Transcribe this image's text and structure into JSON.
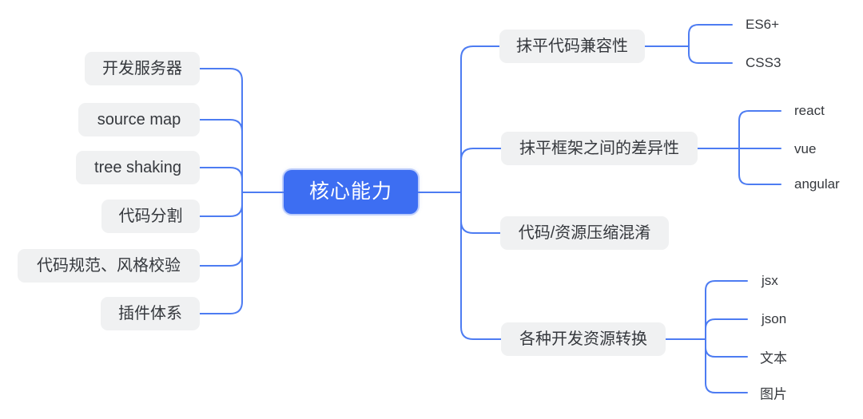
{
  "diagram": {
    "root": {
      "label": "核心能力"
    },
    "left_branches": [
      {
        "label": "开发服务器"
      },
      {
        "label": "source map"
      },
      {
        "label": "tree shaking"
      },
      {
        "label": "代码分割"
      },
      {
        "label": "代码规范、风格校验"
      },
      {
        "label": "插件体系"
      }
    ],
    "right_branches": [
      {
        "label": "抹平代码兼容性",
        "children": [
          {
            "label": "ES6+"
          },
          {
            "label": "CSS3"
          }
        ]
      },
      {
        "label": "抹平框架之间的差异性",
        "children": [
          {
            "label": "react"
          },
          {
            "label": "vue"
          },
          {
            "label": "angular"
          }
        ]
      },
      {
        "label": "代码/资源压缩混淆",
        "children": []
      },
      {
        "label": "各种开发资源转换",
        "children": [
          {
            "label": "jsx"
          },
          {
            "label": "json"
          },
          {
            "label": "文本"
          },
          {
            "label": "图片"
          }
        ]
      }
    ],
    "colors": {
      "root_bg": "#3D6EF2",
      "root_text": "#FFFFFF",
      "connector_line": "#4D7CF2",
      "branch_bg": "#F0F1F2",
      "branch_text": "#35383D",
      "background": "#FFFFFF"
    }
  }
}
